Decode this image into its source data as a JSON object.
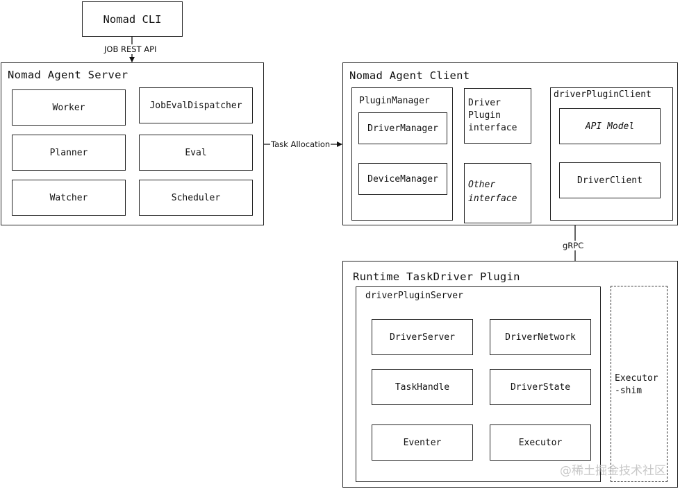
{
  "nomad_cli": {
    "label": "Nomad CLI"
  },
  "edges": {
    "job_rest_api": "JOB REST API",
    "task_allocation": "Task Allocation",
    "grpc": "gRPC"
  },
  "server": {
    "title": "Nomad Agent Server",
    "components": [
      "Worker",
      "JobEvalDispatcher",
      "Planner",
      "Eval",
      "Watcher",
      "Scheduler"
    ]
  },
  "client": {
    "title": "Nomad Agent Client",
    "plugin_manager": {
      "title": "PluginManager",
      "items": [
        "DriverManager",
        "DeviceManager"
      ]
    },
    "driver_plugin_interface": [
      "Driver",
      "Plugin",
      "interface"
    ],
    "other_interface": [
      "Other",
      "interface"
    ],
    "driver_plugin_client": {
      "title": "driverPluginClient",
      "items": [
        "API Model",
        "DriverClient"
      ]
    }
  },
  "runtime": {
    "title": "Runtime TaskDriver Plugin",
    "driver_plugin_server": {
      "title": "driverPluginServer",
      "items": [
        "DriverServer",
        "DriverNetwork",
        "TaskHandle",
        "DriverState",
        "Eventer",
        "Executor"
      ]
    },
    "executor_shim": [
      "Executor",
      "-shim"
    ]
  },
  "watermark": "@稀土掘金技术社区"
}
